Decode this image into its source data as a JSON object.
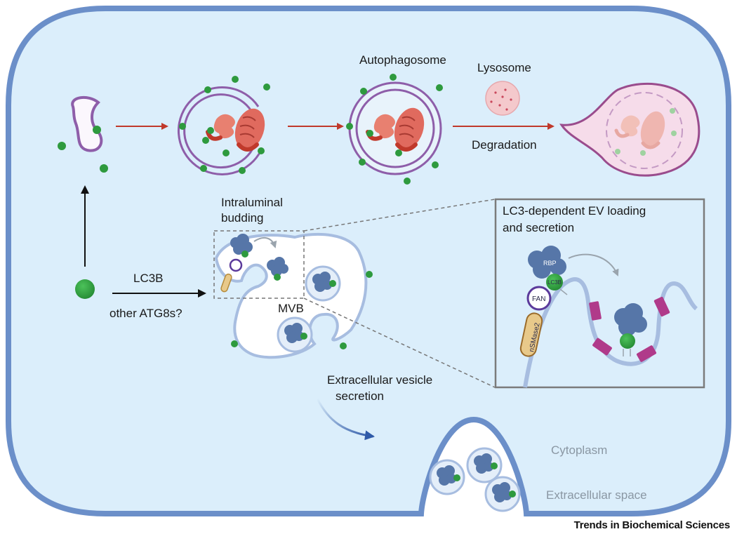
{
  "labels": {
    "autophagosome": "Autophagosome",
    "lysosome": "Lysosome",
    "degradation": "Degradation",
    "intraluminal_line1": "Intraluminal",
    "intraluminal_line2": "budding",
    "lc3b": "LC3B",
    "other_atg8s": "other ATG8s?",
    "mvb": "MVB",
    "ev_secretion_line1": "Extracellular vesicle",
    "ev_secretion_line2": "secretion",
    "cytoplasm": "Cytoplasm",
    "extracellular_space": "Extracellular space"
  },
  "inset": {
    "title_line1": "LC3-dependent EV loading",
    "title_line2": "and secretion",
    "rbp": "RBP",
    "lc3b": "LC3B",
    "fan": "FAN",
    "nsmase2": "nSMase2"
  },
  "footer": {
    "brand": "Trends in Biochemical Sciences"
  },
  "colors": {
    "cell_fill": "#dbeefb",
    "cell_border": "#6b8fc9",
    "membrane_purple": "#8e5ea9",
    "lc3_green": "#2e9a3e",
    "arrow_red": "#c0392b",
    "cargo_blue": "#5676a8",
    "mito_red": "#d9534f",
    "lysosome_pink": "#f4c9cc",
    "tetraspanin_magenta": "#b03a8a",
    "nsmase2_tan": "#e8c98a"
  }
}
